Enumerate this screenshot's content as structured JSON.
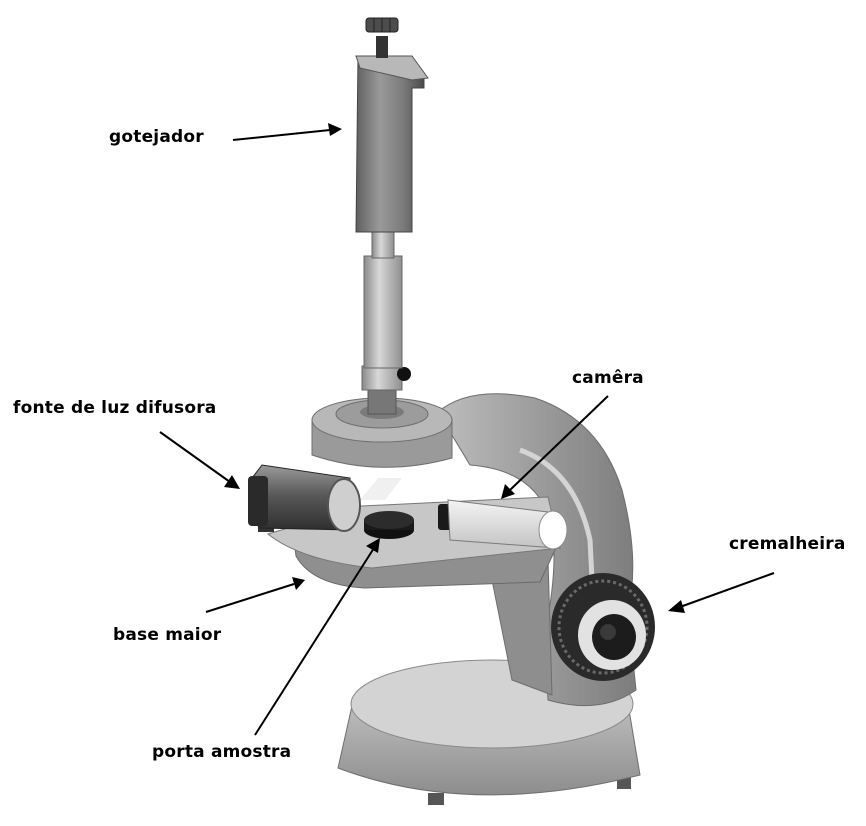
{
  "diagram": {
    "labels": {
      "gotejador": "gotejador",
      "camera": "camêra",
      "fonte_de_luz": "fonte de luz difusora",
      "cremalheira": "cremalheira",
      "base_maior": "base maior",
      "porta_amostra": "porta amostra"
    }
  }
}
